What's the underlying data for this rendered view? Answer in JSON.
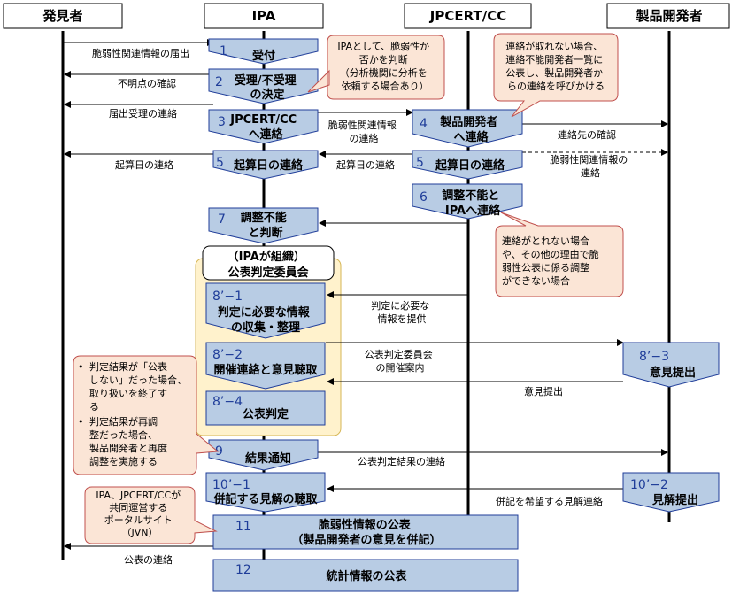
{
  "actors": {
    "finder": "発見者",
    "ipa": "IPA",
    "jpcert": "JPCERT/CC",
    "vendor": "製品開発者"
  },
  "steps": {
    "s1": {
      "num": "1",
      "lines": [
        "受付"
      ]
    },
    "s2": {
      "num": "2",
      "lines": [
        "受理/不受理",
        "の決定"
      ]
    },
    "s3": {
      "num": "3",
      "lines": [
        "JPCERT/CC",
        "へ連絡"
      ]
    },
    "s4": {
      "num": "4",
      "lines": [
        "製品開発者",
        "へ連絡"
      ]
    },
    "s5a": {
      "num": "5",
      "lines": [
        "起算日の連絡"
      ]
    },
    "s5b": {
      "num": "5",
      "lines": [
        "起算日の連絡"
      ]
    },
    "s6": {
      "num": "6",
      "lines": [
        "調整不能と",
        "IPAへ連絡"
      ]
    },
    "s7": {
      "num": "7",
      "lines": [
        "調整不能",
        "と判断"
      ]
    },
    "s81": {
      "num": "8’−1",
      "lines": [
        "判定に必要な情報",
        "の収集・整理"
      ]
    },
    "s82": {
      "num": "8’−2",
      "lines": [
        "開催連絡と意見聴取"
      ]
    },
    "s83": {
      "num": "8’−3",
      "lines": [
        "意見提出"
      ]
    },
    "s84": {
      "num": "8’−4",
      "lines": [
        "公表判定"
      ]
    },
    "s9": {
      "num": "9",
      "lines": [
        "結果通知"
      ]
    },
    "s101": {
      "num": "10’−1",
      "lines": [
        "併記する見解の聴取"
      ]
    },
    "s102": {
      "num": "10’−2",
      "lines": [
        "見解提出"
      ]
    },
    "s11": {
      "num": "11",
      "lines": [
        "脆弱性情報の公表",
        "（製品開発者の意見を併記）"
      ]
    },
    "s12": {
      "num": "12",
      "lines": [
        "統計情報の公表"
      ]
    }
  },
  "committee": {
    "title_lines": [
      "（IPAが組織）",
      "公表判定委員会"
    ]
  },
  "messages": {
    "report": "脆弱性関連情報の届出",
    "unclear": "不明点の確認",
    "acceptance": "届出受理の連絡",
    "vuln_info_ipa_jp": [
      "脆弱性関連情報",
      "の連絡"
    ],
    "contact_check": "連絡先の確認",
    "vuln_info_jp_vendor": [
      "脆弱性関連情報の",
      "連絡"
    ],
    "startdate_finder": "起算日の連絡",
    "startdate_jp": "起算日の連絡",
    "provide_info": [
      "判定に必要な",
      "情報を提供"
    ],
    "meeting_notice": [
      "公表判定委員会",
      "の開催案内"
    ],
    "opinion_submit": "意見提出",
    "result_notice": "公表判定結果の連絡",
    "view_request": "併記を希望する見解連絡",
    "publish_notice": "公表の連絡"
  },
  "notes": {
    "ipa_judgement": [
      "IPAとして、脆弱性か",
      "否かを判断",
      "（分析機関に分析を",
      "依頼する場合あり）"
    ],
    "jpcert_unreachable": [
      "連絡が取れない場合、",
      "連絡不能開発者一覧に",
      "公表し、製品開発者か",
      "らの連絡を呼びかける"
    ],
    "coordination_failed": [
      "連絡がとれない場合",
      "や、その他の理由で脆",
      "弱性公表に係る調整",
      "ができない場合"
    ],
    "result_bullets": [
      "判定結果が「公表",
      "しない」だった場合、",
      "取り扱いを終了す",
      "る",
      "判定結果が再調",
      "整だった場合、",
      "製品開発者と再度",
      "調整を実施する"
    ],
    "jvn": [
      "IPA、JPCERT/CCが",
      "共同運営する",
      "ポータルサイト",
      "（JVN）"
    ]
  },
  "colors": {
    "step_fill": "#b8cce4",
    "step_stroke": "#1f3d99",
    "note_fill": "#fbe5d6",
    "note_stroke": "#c0504d",
    "committee_fill": "#fff2cc",
    "committee_stroke": "#d6b656",
    "number_color": "#1f3d99"
  }
}
